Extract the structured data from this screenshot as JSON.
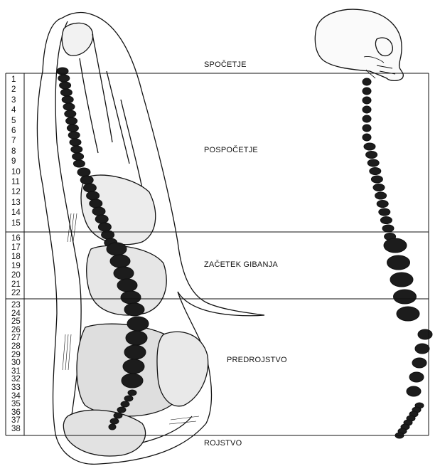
{
  "zones": {
    "spocetje": "SPOČETJE",
    "pospocetje": "POSPOČETJE",
    "zacetek_gibanja": "ZAČETEK GIBANJA",
    "predrojstvo": "PREDROJSTVO",
    "rojstvo": "ROJSTVO"
  },
  "scale_numbers": [
    "1",
    "2",
    "3",
    "4",
    "5",
    "6",
    "7",
    "8",
    "9",
    "10",
    "11",
    "12",
    "13",
    "14",
    "15",
    "16",
    "17",
    "18",
    "19",
    "20",
    "21",
    "22",
    "23",
    "24",
    "25",
    "26",
    "27",
    "28",
    "29",
    "30",
    "31",
    "32",
    "33",
    "34",
    "35",
    "36",
    "37",
    "38"
  ],
  "group_boundaries_after": [
    15,
    22
  ],
  "colors": {
    "ink": "#111111",
    "paper": "#ffffff",
    "bone_shade": "#d9d9d9"
  },
  "icons": {
    "foot": "foot-skeleton-illustration",
    "spine": "human-skull-and-spine-illustration"
  }
}
